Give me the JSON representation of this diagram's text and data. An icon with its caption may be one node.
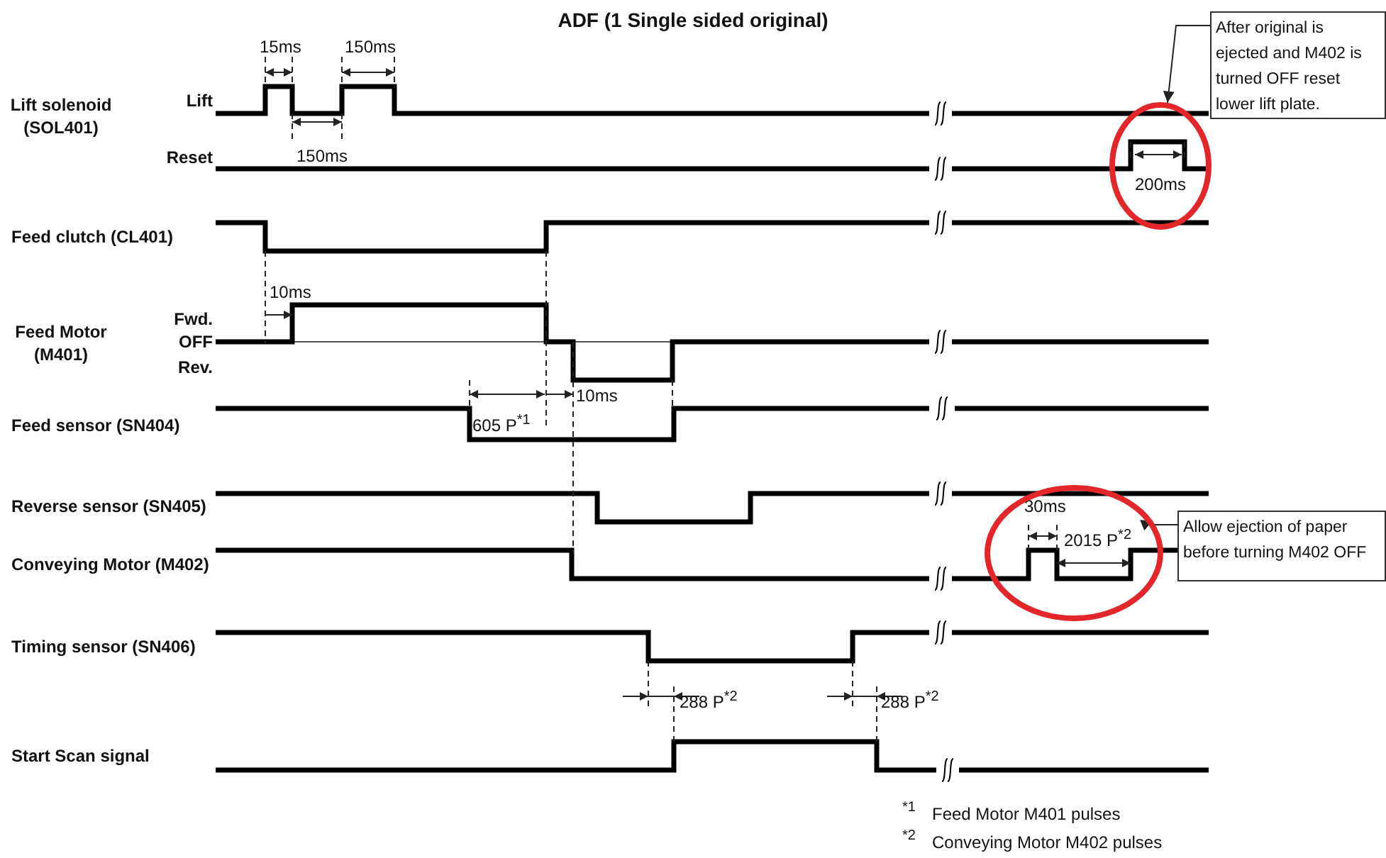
{
  "diagram": {
    "title": "ADF (1 Single sided original)",
    "nodes": [
      {
        "text": [
          "After original is ejected and M402 is turned OFF reset lower lift plate."
        ]
      },
      {
        "text": [],
        "shape": "circle"
      },
      {
        "text": [],
        "shape": "circle"
      },
      {
        "text": [
          "Allow ejection of paper before turning M402 OFF"
        ]
      }
    ],
    "edges": [
      {
        "from": 0,
        "to": 1,
        "arrow": "to"
      },
      {
        "from": 3,
        "to": 2,
        "arrow": "to"
      }
    ],
    "labels": [
      "15ms",
      "150ms",
      "Lift solenoid (SOL401)",
      "Lift",
      "150ms",
      "Reset",
      "200ms",
      "Feed clutch (CL401)",
      "10ms",
      "Feed Motor (M401)",
      "Fwd.",
      "OFF",
      "Rev.",
      "10ms",
      "605 P$^{*1}$",
      "Feed sensor (SN404)",
      "Reverse sensor (SN405)",
      "30ms",
      "2015 P$^{*2}$",
      "Conveying Motor (M402)",
      "Timing sensor (SN406)",
      "288 P$^{*2}$",
      "288 P$^{*2}$",
      "Start Scan signal",
      "$^{*1}$",
      "Feed Motor M401 pulses",
      "$^{*2}$",
      "Conveying Motor M402 pulses"
    ]
  }
}
